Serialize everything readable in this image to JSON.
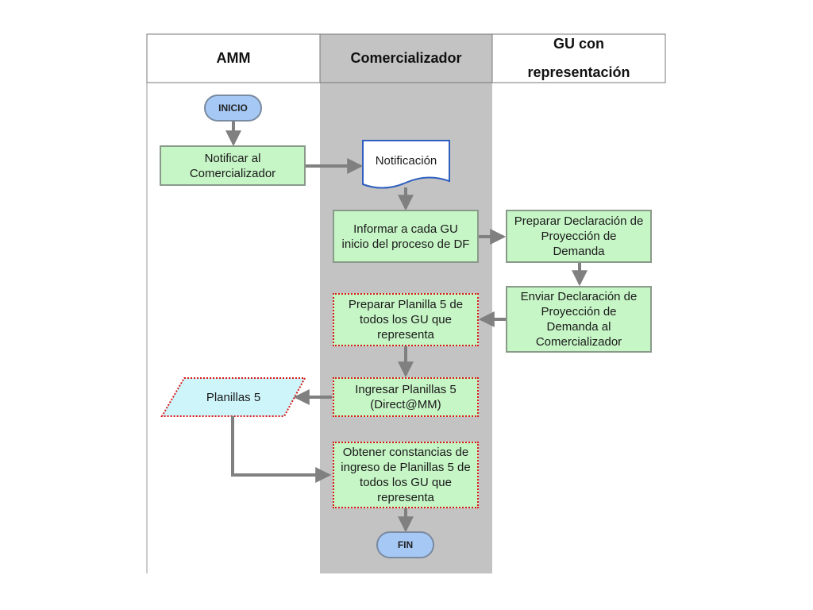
{
  "lanes": {
    "amm": "AMM",
    "comercializador": "Comercializador",
    "gu": "GU con representación"
  },
  "nodes": {
    "inicio": "INICIO",
    "notificar": "Notificar al Comercializador",
    "notificacion": "Notificación",
    "informar": "Informar a cada GU inicio del proceso de DF",
    "preparar_decl": "Preparar Declaración de Proyección de Demanda",
    "enviar_decl": "Enviar Declaración de Proyección de Demanda al Comercializador",
    "preparar_planilla": "Preparar Planilla 5 de todos los GU que representa",
    "ingresar": "Ingresar Planillas 5 (Direct@MM)",
    "planillas": "Planillas 5",
    "obtener": "Obtener constancias de ingreso de Planillas 5 de todos los GU que representa",
    "fin": "FIN"
  },
  "colors": {
    "process_fill": "#c6f5c6",
    "terminal_fill": "#a5c8f5",
    "data_fill": "#cdf5fa",
    "lane_gray": "#c3c3c3",
    "arrow": "#808080",
    "dotted_border": "#d81818",
    "document_border": "#2f5fbf"
  }
}
